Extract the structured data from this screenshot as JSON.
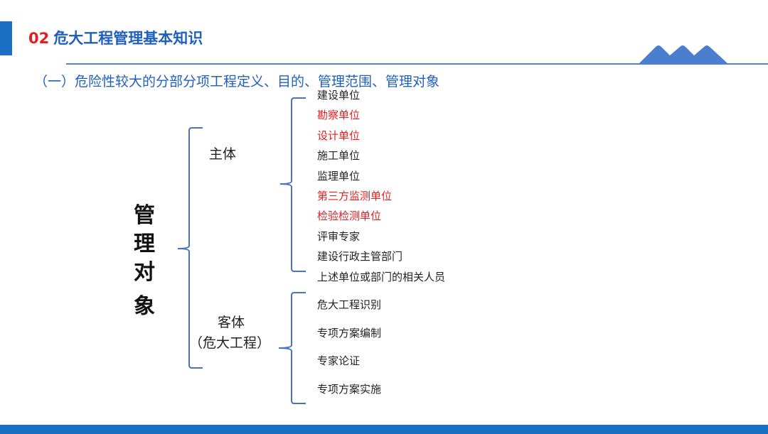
{
  "header": {
    "number": "02",
    "title": "危大工程管理基本知识"
  },
  "subtitle": "（一）危险性较大的分部分项工程定义、目的、管理范围、管理对象",
  "root": {
    "chars": [
      "管",
      "理",
      "对",
      "象"
    ]
  },
  "subject": {
    "label": "主体",
    "items": [
      {
        "text": "建设单位",
        "highlight": false
      },
      {
        "text": "勘察单位",
        "highlight": true
      },
      {
        "text": "设计单位",
        "highlight": true
      },
      {
        "text": "施工单位",
        "highlight": false
      },
      {
        "text": "监理单位",
        "highlight": false
      },
      {
        "text": "第三方监测单位",
        "highlight": true
      },
      {
        "text": "检验检测单位",
        "highlight": true
      },
      {
        "text": "评审专家",
        "highlight": false
      },
      {
        "text": "建设行政主管部门",
        "highlight": false
      },
      {
        "text": "上述单位或部门的相关人员",
        "highlight": false
      }
    ]
  },
  "object": {
    "label_line1": "客体",
    "label_line2": "（危大工程）",
    "items": [
      {
        "text": "危大工程识别"
      },
      {
        "text": "专项方案编制"
      },
      {
        "text": "专家论证"
      },
      {
        "text": "专项方案实施"
      }
    ]
  },
  "colors": {
    "accent": "#1a6fc4",
    "title_blue": "#1f5fbf",
    "highlight_red": "#e02020",
    "brace": "#4a72c2"
  }
}
